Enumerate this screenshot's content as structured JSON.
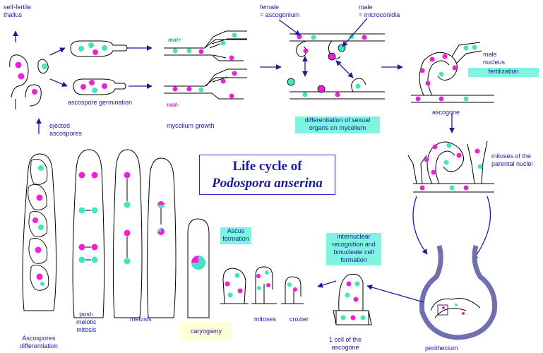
{
  "title": {
    "line1": "Life cycle of",
    "line2": "Podospora anserina"
  },
  "labels": {
    "self_fertile": [
      "self-fertile",
      "thallus"
    ],
    "ascospore_germination": "ascospore germination",
    "mycelium_growth": "mycelium growth",
    "ejected_ascospores": [
      "ejected",
      "ascospores"
    ],
    "female": [
      "female",
      "= ascogonium"
    ],
    "male": [
      "male",
      "= microconidia"
    ],
    "differentiation_sexual": [
      "differentiation of sexual",
      "organs on mycelium"
    ],
    "male_nucleus": [
      "male",
      "nucleus"
    ],
    "fertilization": "fertilization",
    "ascogone": "ascogone",
    "mitoses_parental": [
      "mitoses of the",
      "parental nuclei"
    ],
    "internuclear": [
      "internuclear",
      "recognition and",
      "binucleate cell",
      "formation"
    ],
    "perithecium": "perithecium",
    "one_cell": [
      "1 cell of the",
      "ascogone"
    ],
    "crozier": "crozier",
    "mitoses": "mitoses",
    "ascus_formation": [
      "Ascus",
      "formation"
    ],
    "caryogamy": "caryogamy",
    "meiosis": "meiosis",
    "post_meiotic": [
      "post-",
      "meiotic",
      "mitosis"
    ],
    "ascospores_diff": [
      "Ascospores",
      "differentiation"
    ],
    "mat_plus": "mat+",
    "mat_minus": "mat-"
  },
  "colors": {
    "plus": "#40e6c0",
    "minus": "#f020d8",
    "arrow": "#1a1a9a",
    "outline": "#000000",
    "perithecium": "#7070b0"
  }
}
